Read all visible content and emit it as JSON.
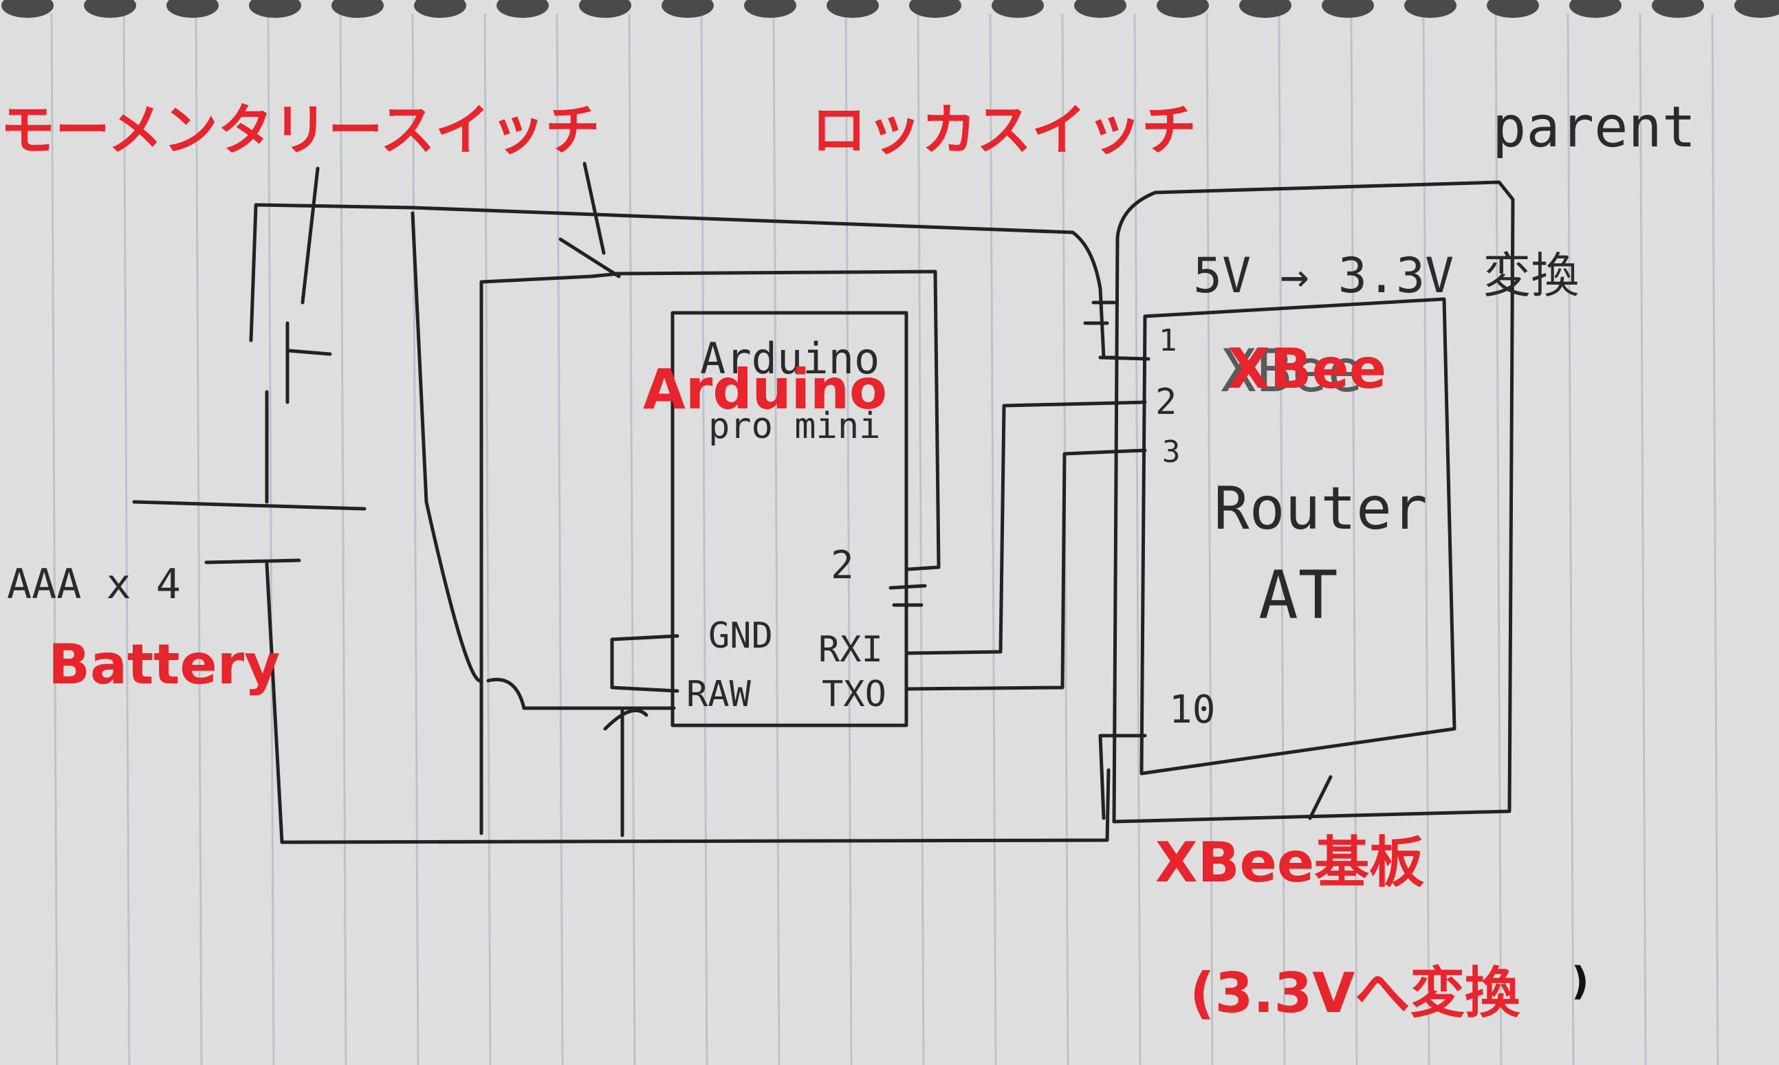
{
  "colors": {
    "paper": "#dedede",
    "rule": "#b9c3cc",
    "ink": "#222222",
    "annotation": "#e8242c",
    "spiral": "#4a4a4a"
  },
  "annotations": {
    "momentary_switch": "モーメンタリースイッチ",
    "rocker_switch": "ロッカスイッチ",
    "arduino": "Arduino",
    "xbee": "XBee",
    "battery": "Battery",
    "xbee_board": "XBee基板",
    "conversion_note": "(3.3Vへ変換",
    "conversion_close": ")"
  },
  "handwritten": {
    "parent": "parent",
    "voltage_conversion": "5V → 3.3V 変換",
    "arduino_label": "Arduino",
    "arduino_sub": "pro mini",
    "pin_2": "2",
    "pin_gnd": "GND",
    "pin_raw": "RAW",
    "pin_rxi": "RXI",
    "pin_txo": "TXO",
    "xbee_pin_1": "1",
    "xbee_pin_2": "2",
    "xbee_pin_3": "3",
    "xbee_pin_10": "10",
    "xbee_label": "XBee",
    "xbee_role": "Router",
    "xbee_mode": "AT",
    "battery_spec": "AAA x 4"
  }
}
